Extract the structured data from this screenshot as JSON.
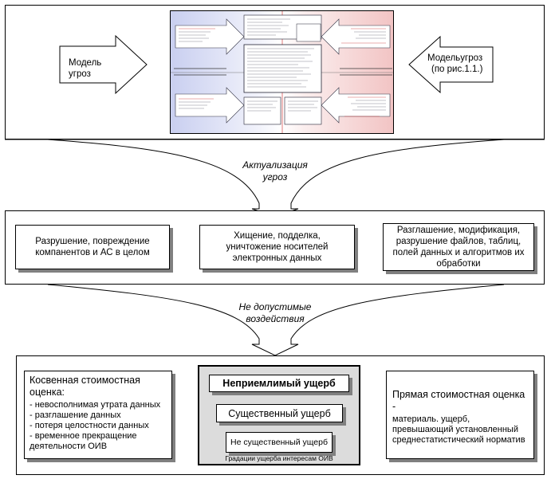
{
  "top": {
    "left_arrow_label": "Модель угроз",
    "right_arrow_label_line1": "Модельугроз",
    "right_arrow_label_line2": "(по рис.1.1.)"
  },
  "transitions": {
    "actualization_line1": "Актуализация",
    "actualization_line2": "угроз",
    "unacceptable_line1": "Не допустимые",
    "unacceptable_line2": "воздействия"
  },
  "middle": {
    "box1": "Разрушение, повреждение компанентов и АС в целом",
    "box2": "Хищение, подделка, уничтожение носителей электронных данных",
    "box3": "Разглашение, модификация, разрушение файлов, таблиц, полей данных и алгоритмов их обработки"
  },
  "bottom": {
    "indirect_title": "Косвенная стоимостная оценка:",
    "indirect_items": [
      "- невосполнимая утрата данных",
      "- разглашение данных",
      "- потеря целостности данных",
      "- временное прекращение деятельности ОИВ"
    ],
    "damage_levels": {
      "unacceptable": "Неприемлимый ущерб",
      "significant": "Существенный ущерб",
      "insignificant": "Не существенный ущерб",
      "caption": "Градации ущерба интересам ОИВ"
    },
    "direct_title": "Прямая стоимостная оценка -",
    "direct_text": "материаль. ущерб, превышающий установленный среднестатистический норматив"
  }
}
